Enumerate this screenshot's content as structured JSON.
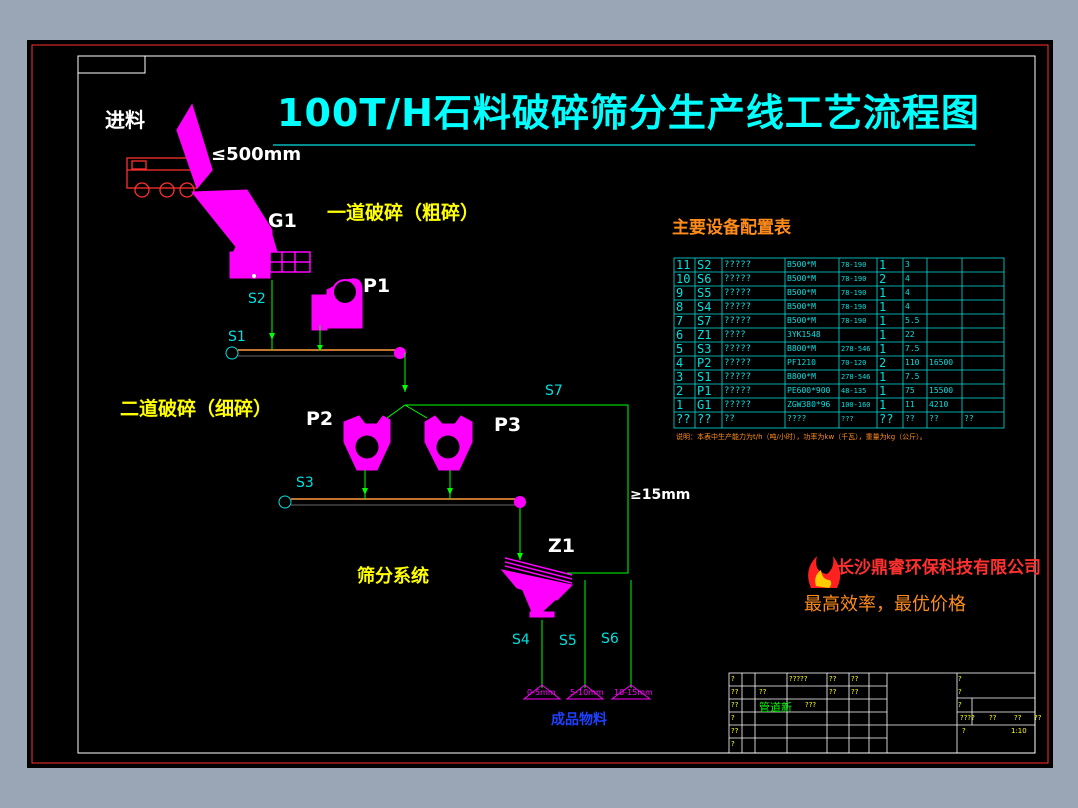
{
  "title": "100T/H石料破碎筛分生产线工艺流程图",
  "labels": {
    "feed": "进料",
    "feed_size": "≤500mm",
    "stage1": "一道破碎（粗碎）",
    "stage2": "二道破碎（细碎）",
    "screening": "筛分系统",
    "product": "成品物料",
    "oversize": "≥15mm"
  },
  "equipment_tags": {
    "G1": "G1",
    "P1": "P1",
    "P2": "P2",
    "P3": "P3",
    "Z1": "Z1"
  },
  "belts": {
    "S1": "S1",
    "S2": "S2",
    "S3": "S3",
    "S4": "S4",
    "S5": "S5",
    "S6": "S6",
    "S7": "S7"
  },
  "products": [
    "0-5mm",
    "5-10mm",
    "10-15mm"
  ],
  "equipment_table": {
    "title": "主要设备配置表",
    "rows": [
      [
        "11",
        "S2",
        "?????",
        "B500*M",
        "78-190",
        "1",
        "3",
        "",
        ""
      ],
      [
        "10",
        "S6",
        "?????",
        "B500*M",
        "78-190",
        "2",
        "4",
        "",
        ""
      ],
      [
        "9",
        "S5",
        "?????",
        "B500*M",
        "78-190",
        "1",
        "4",
        "",
        ""
      ],
      [
        "8",
        "S4",
        "?????",
        "B500*M",
        "78-190",
        "1",
        "4",
        "",
        ""
      ],
      [
        "7",
        "S7",
        "?????",
        "B500*M",
        "78-190",
        "1",
        "5.5",
        "",
        ""
      ],
      [
        "6",
        "Z1",
        "????",
        "3YK1548",
        "",
        "1",
        "22",
        "",
        ""
      ],
      [
        "5",
        "S3",
        "?????",
        "B800*M",
        "278-546",
        "1",
        "7.5",
        "",
        ""
      ],
      [
        "4",
        "P2",
        "?????",
        "PF1210",
        "70-120",
        "2",
        "110",
        "16500",
        ""
      ],
      [
        "3",
        "S1",
        "?????",
        "B800*M",
        "278-546",
        "1",
        "7.5",
        "",
        ""
      ],
      [
        "2",
        "P1",
        "?????",
        "PE600*900",
        "48-135",
        "1",
        "75",
        "15500",
        ""
      ],
      [
        "1",
        "G1",
        "?????",
        "ZGW380*96",
        "100-160",
        "1",
        "11",
        "4210",
        ""
      ],
      [
        "??",
        "??",
        "??",
        "????",
        "???",
        "??",
        "??",
        "??",
        "??"
      ]
    ],
    "note": "说明：本表中生产能力为t/h（吨/小时），功率为kw（千瓦），重量为kg（公斤）。"
  },
  "company": {
    "name": "长沙鼎睿环保科技有限公司",
    "slogan": "最高效率，最优价格"
  },
  "title_block": {
    "cells": [
      "?",
      "??",
      "?????",
      "??",
      "??",
      "??",
      "??",
      "??",
      "??",
      "管道新",
      "?",
      "???",
      "??",
      "?",
      "?",
      "?",
      "?",
      "????",
      "??",
      "??",
      "??",
      "?",
      "1:10"
    ]
  },
  "colors": {
    "frame": "#ff3030",
    "inner_frame": "#ffffff",
    "equipment": "#ff00ff",
    "flow_line": "#00ff00",
    "belt": "#ff9a3a",
    "title_underline": "#00e0e0",
    "table_lines": "#00e0e0",
    "title_text": "#00ffff"
  }
}
